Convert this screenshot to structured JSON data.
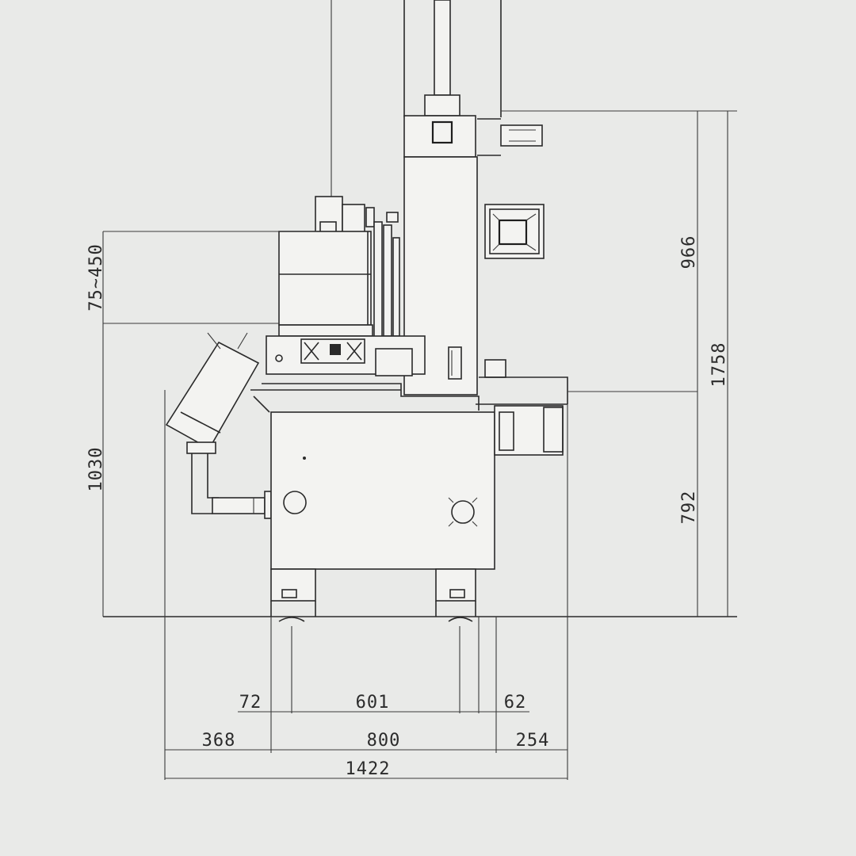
{
  "dimensions": {
    "table_travel": "75~450",
    "left_height": "1030",
    "upper_height": "966",
    "total_height": "1758",
    "lower_height": "792",
    "base_left_offset": "72",
    "base_span": "601",
    "base_right_offset": "62",
    "left_overhang": "368",
    "body_width": "800",
    "right_overhang": "254",
    "overall_width": "1422"
  },
  "colors": {
    "paper": "#e9eae8",
    "ink": "#2a2a2a"
  }
}
